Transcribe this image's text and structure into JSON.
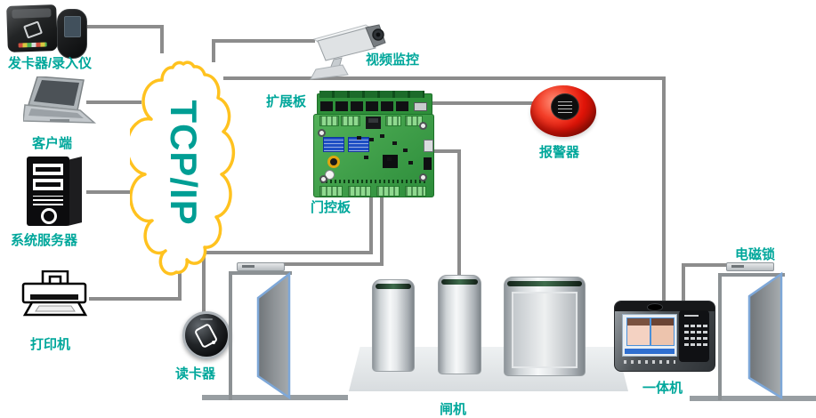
{
  "diagram": {
    "network_label": "TCP/IP",
    "nodes": {
      "card_issuer": {
        "label": "发卡器/录入仪"
      },
      "client": {
        "label": "客户端"
      },
      "server": {
        "label": "系统服务器"
      },
      "printer": {
        "label": "打印机"
      },
      "card_reader": {
        "label": "读卡器"
      },
      "video_monitor": {
        "label": "视频监控"
      },
      "expansion_board": {
        "label": "扩展板"
      },
      "door_board": {
        "label": "门控板"
      },
      "alarm": {
        "label": "报警器"
      },
      "maglock": {
        "label": "电磁锁"
      },
      "all_in_one": {
        "label": "一体机"
      },
      "turnstile": {
        "label": "闸机"
      }
    },
    "colors": {
      "label_text": "#00A79B",
      "network_text": "#009E94",
      "cloud_outline": "#FFC21F",
      "connector_line": "#8C8C8C",
      "pcb_green": "#2E8F3A",
      "alarm_red": "#E01408"
    }
  }
}
